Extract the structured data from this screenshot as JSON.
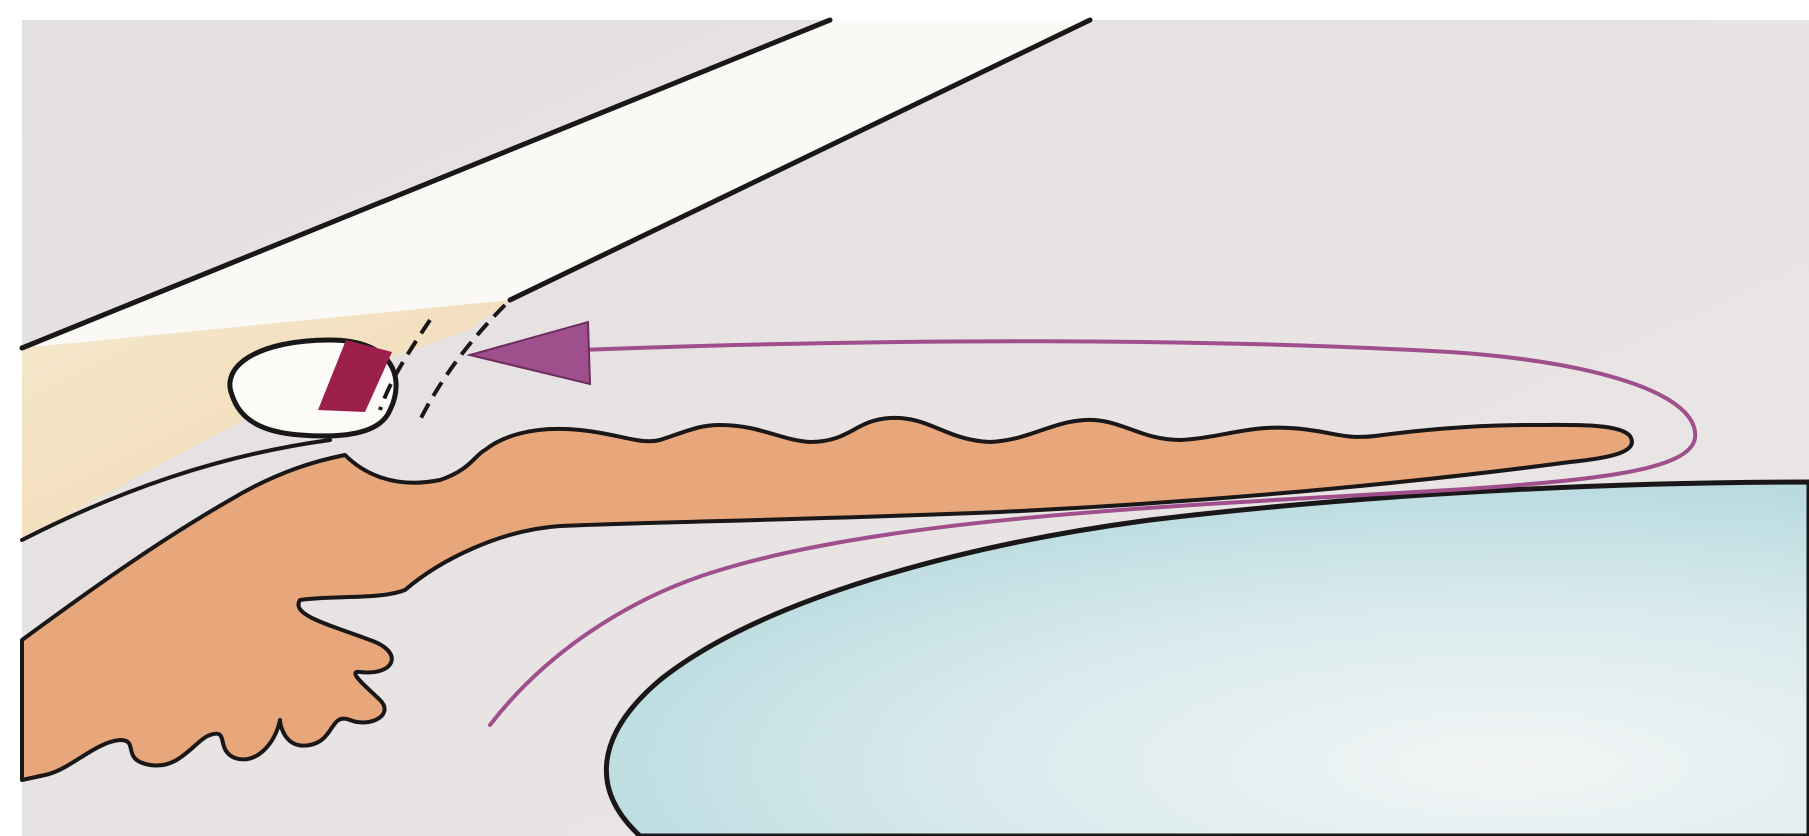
{
  "diagram": {
    "labels": [],
    "colors": {
      "page_background": "#ffffff",
      "cornea_band": "#fbf9f6",
      "anterior_chamber": "#e6e1e2",
      "sclera_region": "#f2dfbf",
      "iris_ciliary_body": "#e8a77b",
      "lens": "#c9e2e5",
      "outflow_arrow": "#a04f8d",
      "trabecular_meshwork": "#9c1f4b",
      "outline": "#1a1718"
    },
    "parts": [
      "cornea",
      "anterior-chamber",
      "sclera",
      "schlemm-canal",
      "trabecular-meshwork",
      "iris",
      "ciliary-body",
      "lens",
      "aqueous-outflow-path"
    ]
  }
}
